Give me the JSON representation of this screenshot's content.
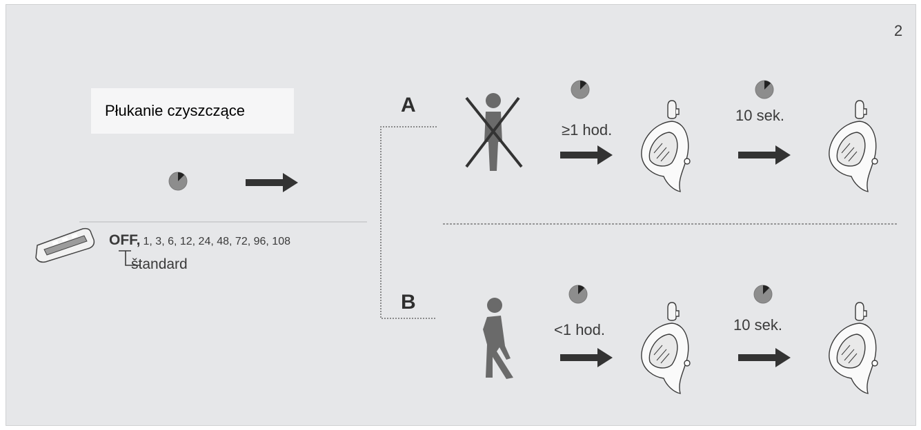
{
  "page_number": "2",
  "title": "Płukanie czyszczące",
  "settings": {
    "off_label": "OFF,",
    "values": "1, 3, 6, 12, 24, 48, 72, 96, 108",
    "standard_label": "štandard"
  },
  "branches": [
    {
      "letter": "A",
      "condition": "≥1 hod.",
      "delay": "10 sek."
    },
    {
      "letter": "B",
      "condition": "<1 hod.",
      "delay": "10 sek."
    }
  ],
  "colors": {
    "panel": "#e6e7e9",
    "arrow": "#333333",
    "figure": "#6a6a6a",
    "clock": "#8a8a8a"
  }
}
